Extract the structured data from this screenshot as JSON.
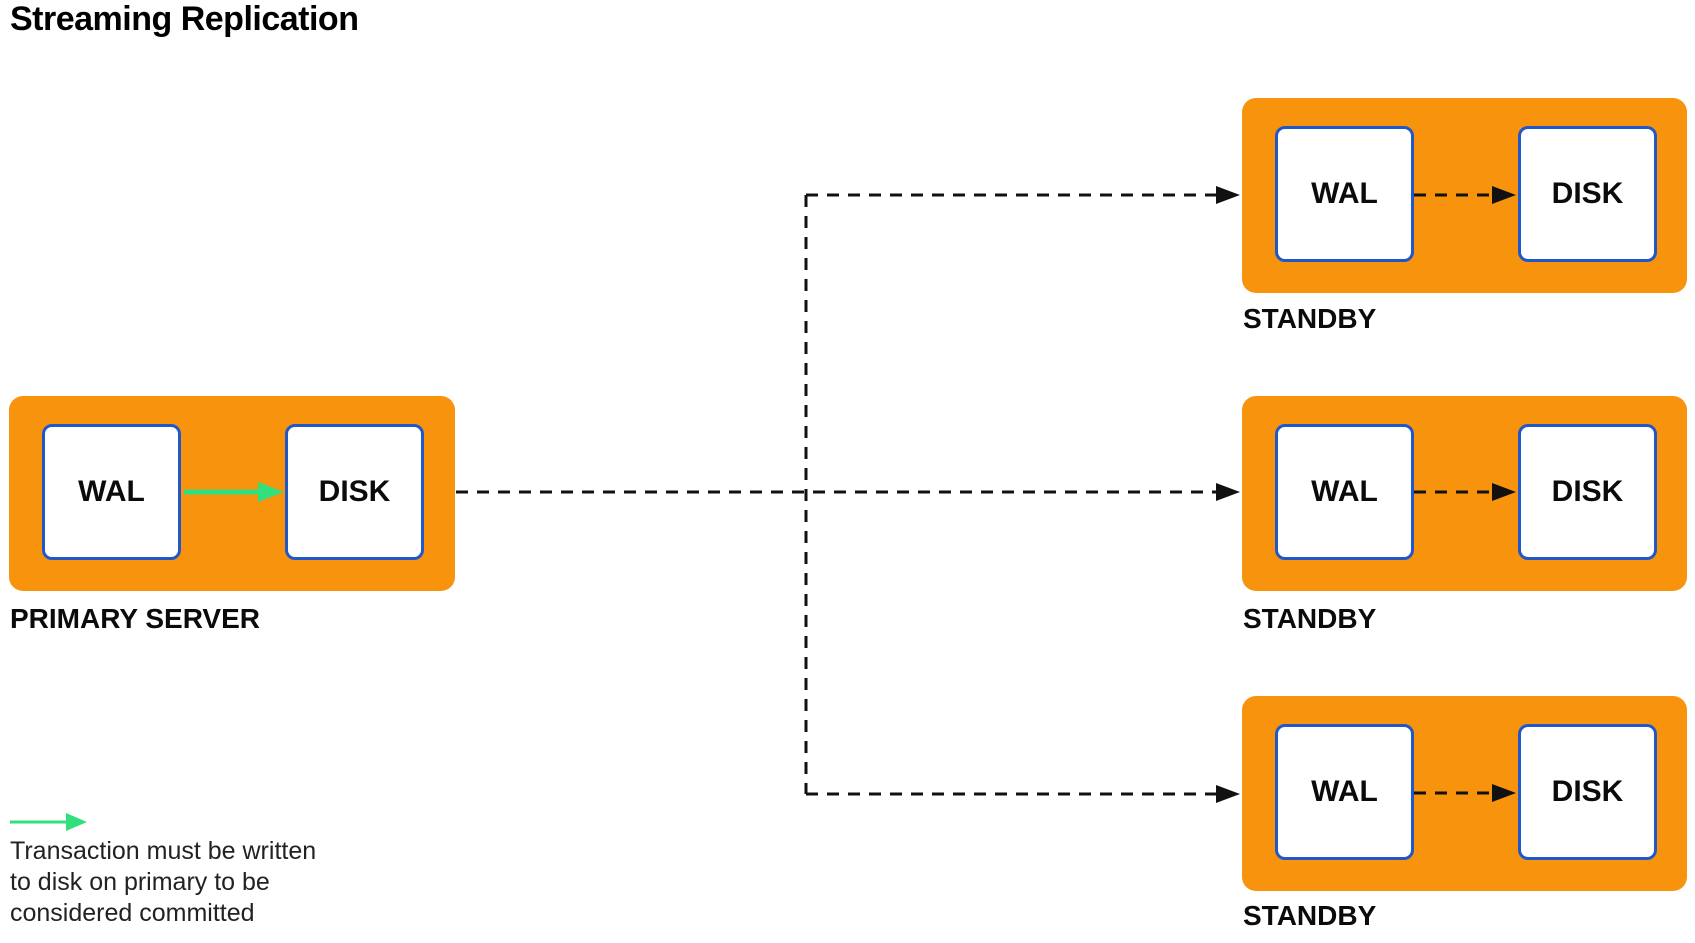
{
  "title": "Streaming Replication",
  "colors": {
    "orange": "#F8930D",
    "blue": "#2257C9",
    "green": "#31DF7D",
    "ink": "#111111",
    "legend_text": "#222222",
    "title_color": "#000000"
  },
  "primary": {
    "label": "PRIMARY SERVER",
    "wal": "WAL",
    "disk": "DISK"
  },
  "standbys": [
    {
      "label": "STANDBY",
      "wal": "WAL",
      "disk": "DISK"
    },
    {
      "label": "STANDBY",
      "wal": "WAL",
      "disk": "DISK"
    },
    {
      "label": "STANDBY",
      "wal": "WAL",
      "disk": "DISK"
    }
  ],
  "legend": {
    "lines": [
      "Transaction must be written",
      "to disk on primary to be",
      "considered committed"
    ]
  }
}
